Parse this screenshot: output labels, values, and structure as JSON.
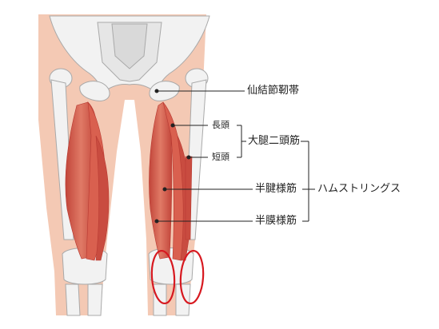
{
  "labels": {
    "sacrotuberous_ligament": "仙結節靭帯",
    "long_head": "長頭",
    "short_head": "短頭",
    "biceps_femoris": "大腿二頭筋",
    "semitendinosus": "半腱様筋",
    "semimembranosus": "半膜様筋",
    "hamstrings": "ハムストリングス"
  },
  "colors": {
    "skin": "#f4c9b4",
    "bone": "#f2f2f2",
    "bone_outline": "#a9a9a9",
    "muscle": "#d9604f",
    "muscle_dark": "#b83a32",
    "highlight_circle": "#d71920",
    "leader_line": "#222222"
  }
}
